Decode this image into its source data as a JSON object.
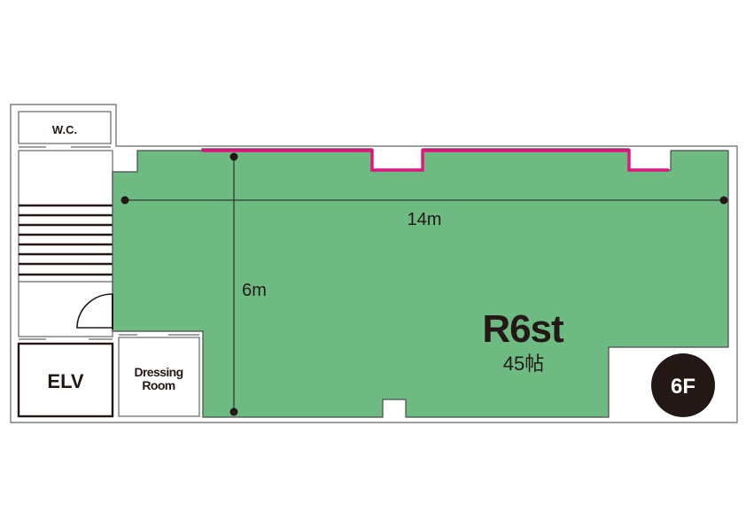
{
  "floorplan": {
    "room_name": "R6st",
    "room_size": "45帖",
    "floor": "6F",
    "width_dimension": "14m",
    "depth_dimension": "6m",
    "toilet_label": "W.C.",
    "elevator_label": "ELV",
    "dressing_room_line1": "Dressing",
    "dressing_room_line2": "Room"
  },
  "colors": {
    "room_fill": "#6dbb83",
    "accent_wall": "#e0137f",
    "outline": "#555555",
    "floor_badge": "#231815"
  }
}
